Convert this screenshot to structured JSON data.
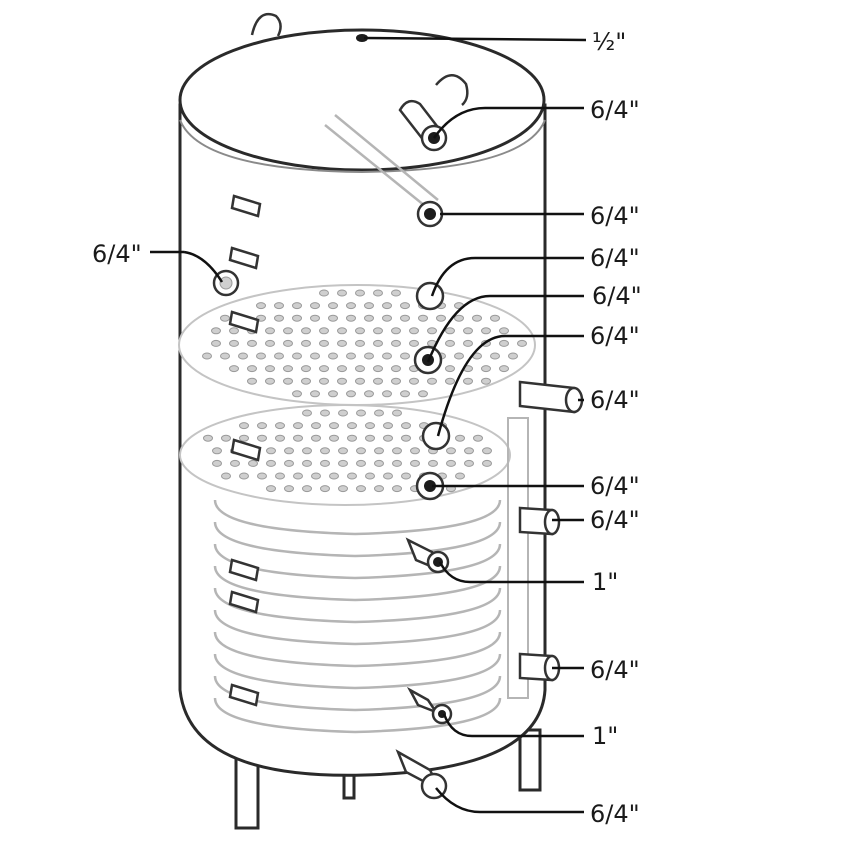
{
  "labels": {
    "top_half_inch": "½\"",
    "top_flow": "6/4\"",
    "sensor_1": "6/4\"",
    "left_port": "6/4\"",
    "front_1": "6/4\"",
    "front_2": "6/4\"",
    "front_3": "6/4\"",
    "side_1": "6/4\"",
    "front_4": "6/4\"",
    "side_2": "6/4\"",
    "coil_in": "1\"",
    "side_3": "6/4\"",
    "coil_out": "1\"",
    "bottom_drain": "6/4\""
  }
}
